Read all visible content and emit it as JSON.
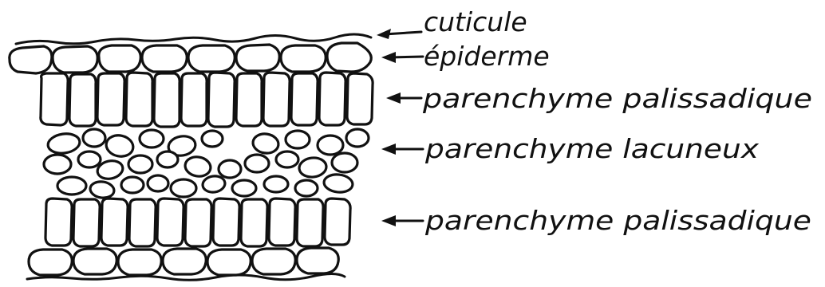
{
  "labels": {
    "cuticle": "cuticule",
    "epidermis": "épiderme",
    "palisade_top": "parenchyme palissadique",
    "spongy": "parenchyme lacuneux",
    "palisade_bottom": "parenchyme palissadique"
  }
}
